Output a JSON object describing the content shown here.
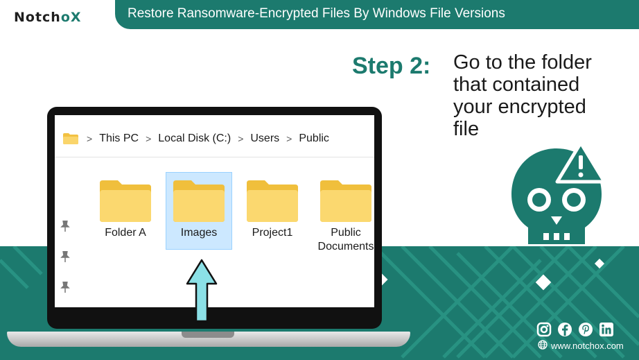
{
  "brand": {
    "logo_pre": "Notch",
    "logo_accent": "o",
    "logo_post": "X"
  },
  "header": {
    "title": "Restore Ransomware-Encrypted Files By Windows File Versions"
  },
  "step": {
    "label": "Step 2:",
    "desc": [
      "Go to the folder",
      "that contained",
      "your encrypted",
      "file"
    ]
  },
  "explorer": {
    "breadcrumb": [
      "This PC",
      "Local Disk (C:)",
      "Users",
      "Public"
    ],
    "items": [
      {
        "label": [
          "Folder A"
        ],
        "selected": false
      },
      {
        "label": [
          "Images"
        ],
        "selected": true
      },
      {
        "label": [
          "Project1"
        ],
        "selected": false
      },
      {
        "label": [
          "Public",
          "Documents"
        ],
        "selected": false
      }
    ]
  },
  "footer": {
    "social": [
      "instagram-icon",
      "facebook-icon",
      "pinterest-icon",
      "linkedin-icon"
    ],
    "website": "www.notchox.com"
  },
  "colors": {
    "teal": "#1c7a6e",
    "arrow": "#8be0e6",
    "selection": "#cce8ff",
    "folder": "#f9d46a"
  }
}
